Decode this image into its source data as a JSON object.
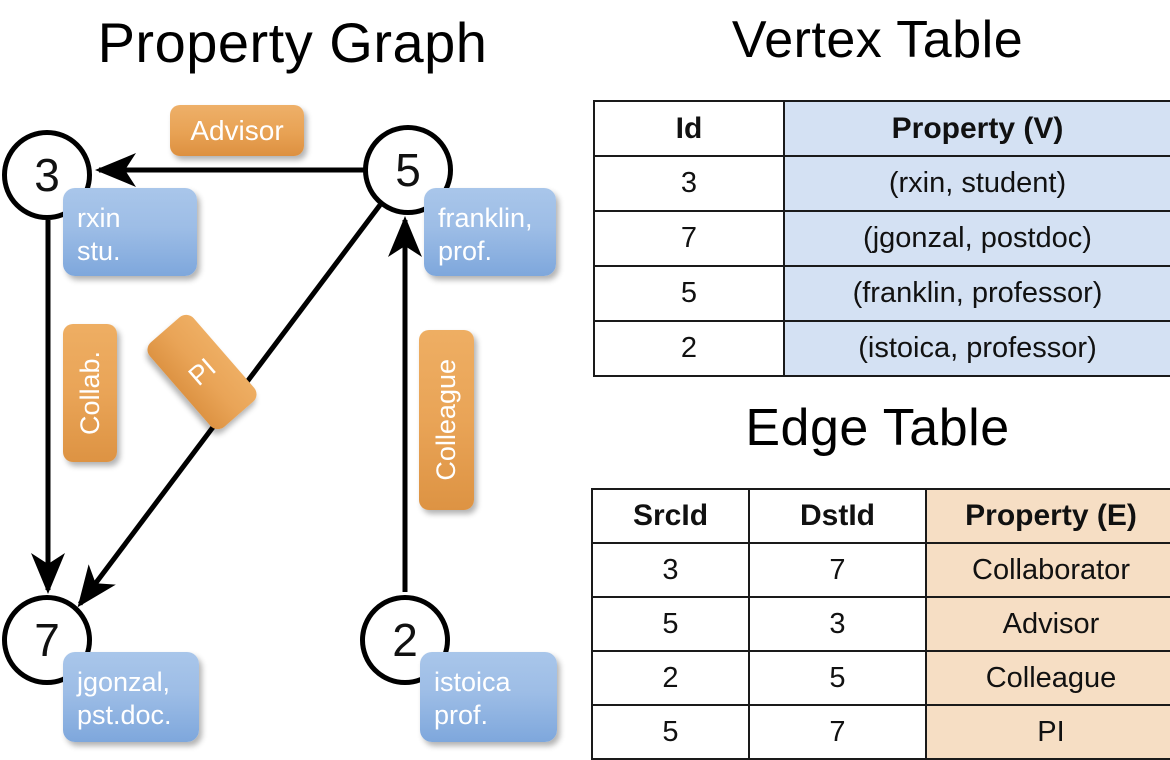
{
  "titles": {
    "property_graph": "Property Graph",
    "vertex_table": "Vertex Table",
    "edge_table": "Edge Table"
  },
  "colors": {
    "node_blue_light": "#a9c6ea",
    "node_blue_dark": "#7ea7dc",
    "edge_orange_light": "#eeae63",
    "edge_orange_dark": "#dd9343",
    "vertex_cell_blue": "#d4e1f3",
    "edge_cell_peach": "#f6dec4",
    "stroke_black": "#000000"
  },
  "graph": {
    "nodes": [
      {
        "id": "3",
        "property_lines": [
          "rxin",
          "stu."
        ]
      },
      {
        "id": "5",
        "property_lines": [
          "franklin,",
          "prof."
        ]
      },
      {
        "id": "7",
        "property_lines": [
          "jgonzal,",
          "pst.doc."
        ]
      },
      {
        "id": "2",
        "property_lines": [
          "istoica",
          "prof."
        ]
      }
    ],
    "edge_labels": [
      {
        "name": "advisor-badge",
        "label": "Advisor"
      },
      {
        "name": "collab-badge",
        "label": "Collab."
      },
      {
        "name": "pi-badge",
        "label": "PI"
      },
      {
        "name": "colleague-badge",
        "label": "Colleague"
      }
    ]
  },
  "vertex_table": {
    "headers": [
      "Id",
      "Property (V)"
    ],
    "rows": [
      {
        "id": "3",
        "property": "(rxin, student)"
      },
      {
        "id": "7",
        "property": "(jgonzal, postdoc)"
      },
      {
        "id": "5",
        "property": "(franklin, professor)"
      },
      {
        "id": "2",
        "property": "(istoica, professor)"
      }
    ]
  },
  "edge_table": {
    "headers": [
      "SrcId",
      "DstId",
      "Property (E)"
    ],
    "rows": [
      {
        "src": "3",
        "dst": "7",
        "property": "Collaborator"
      },
      {
        "src": "5",
        "dst": "3",
        "property": "Advisor"
      },
      {
        "src": "2",
        "dst": "5",
        "property": "Colleague"
      },
      {
        "src": "5",
        "dst": "7",
        "property": "PI"
      }
    ]
  }
}
